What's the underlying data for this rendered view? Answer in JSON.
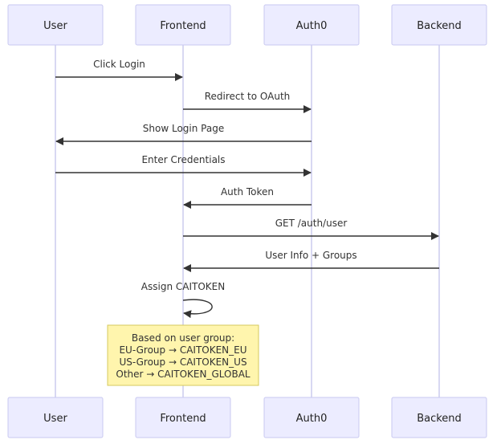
{
  "participants": [
    {
      "id": "user",
      "label": "User"
    },
    {
      "id": "frontend",
      "label": "Frontend"
    },
    {
      "id": "auth0",
      "label": "Auth0"
    },
    {
      "id": "backend",
      "label": "Backend"
    }
  ],
  "messages": [
    {
      "from": "user",
      "to": "frontend",
      "label": "Click Login"
    },
    {
      "from": "frontend",
      "to": "auth0",
      "label": "Redirect to OAuth"
    },
    {
      "from": "auth0",
      "to": "user",
      "label": "Show Login Page"
    },
    {
      "from": "user",
      "to": "auth0",
      "label": "Enter Credentials"
    },
    {
      "from": "auth0",
      "to": "frontend",
      "label": "Auth Token"
    },
    {
      "from": "frontend",
      "to": "backend",
      "label": "GET /auth/user"
    },
    {
      "from": "backend",
      "to": "frontend",
      "label": "User Info + Groups"
    },
    {
      "from": "frontend",
      "to": "frontend",
      "label": "Assign CAITOKEN"
    }
  ],
  "note": {
    "over": "frontend",
    "lines": [
      "Based on user group:",
      "EU-Group → CAITOKEN_EU",
      "US-Group → CAITOKEN_US",
      "Other → CAITOKEN_GLOBAL"
    ]
  }
}
